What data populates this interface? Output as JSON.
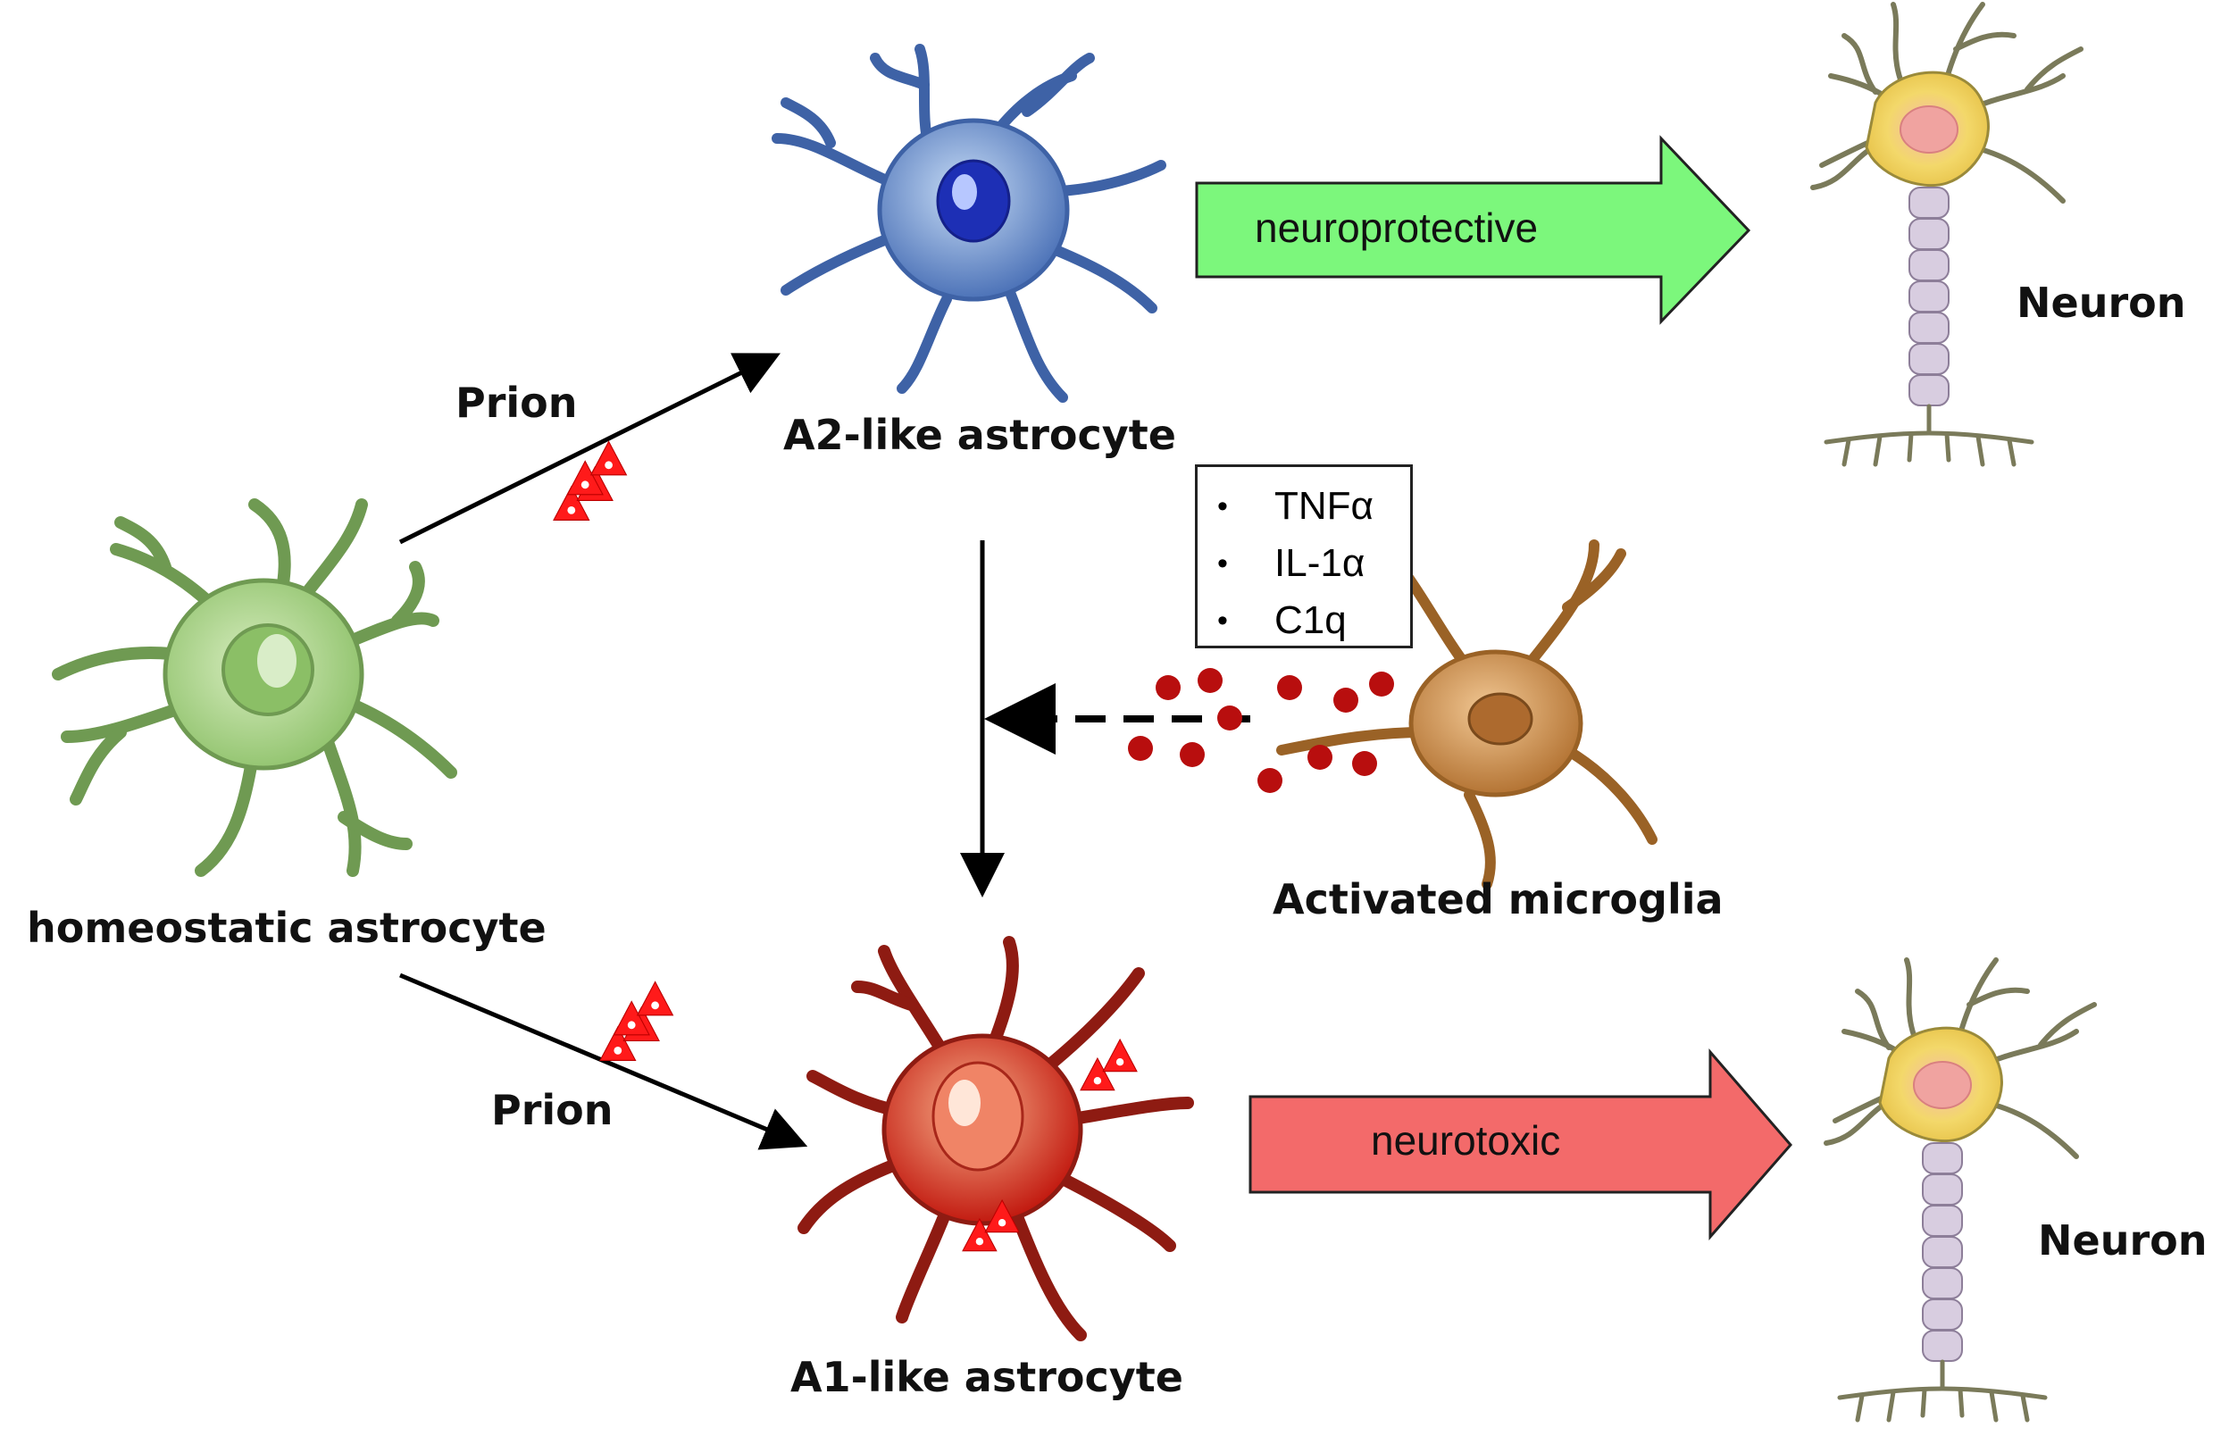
{
  "labels": {
    "a2": "A2-like astrocyte",
    "a1": "A1-like astrocyte",
    "homeostatic": "homeostatic astrocyte",
    "microglia": "Activated microglia",
    "neuron_top": "Neuron",
    "neuron_bottom": "Neuron",
    "prion_top": "Prion",
    "prion_bottom": "Prion"
  },
  "arrows": {
    "top": "neuroprotective",
    "bottom": "neurotoxic"
  },
  "cytokines": [
    "TNFα",
    "IL-1α",
    "C1q"
  ],
  "colors": {
    "homeostatic": "#a9d08e",
    "a2": "#5b7fc4",
    "a1": "#d9281a",
    "microglia": "#c98a45",
    "neuroprotective_arrow": "#7cf77c",
    "neurotoxic_arrow": "#f36a6a",
    "prion": "#ff1a1a",
    "cytokine_dot": "#b80e0e",
    "neuron_body": "#f3df6b",
    "axon": "#c8b8cf"
  }
}
